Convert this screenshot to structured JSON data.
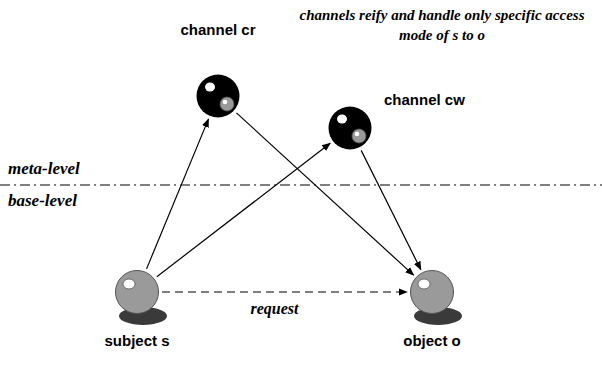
{
  "diagram": {
    "nodes": [
      {
        "text": [
          "channel cr"
        ]
      },
      {
        "text": [
          "channel cw"
        ]
      },
      {
        "text": [
          "subject s"
        ]
      },
      {
        "text": [
          "object o"
        ]
      }
    ],
    "edges": [
      {
        "from": 2,
        "to": 0,
        "arrow": "to"
      },
      {
        "from": 2,
        "to": 1,
        "arrow": "to"
      },
      {
        "from": 0,
        "to": 3,
        "arrow": "to"
      },
      {
        "from": 1,
        "to": 3,
        "arrow": "to"
      },
      {
        "from": 2,
        "to": 3,
        "label": "request",
        "arrow": "to"
      }
    ],
    "labels": [
      "channels reify and handle only specific access mode of s to o",
      "meta-level",
      "base-level"
    ]
  }
}
